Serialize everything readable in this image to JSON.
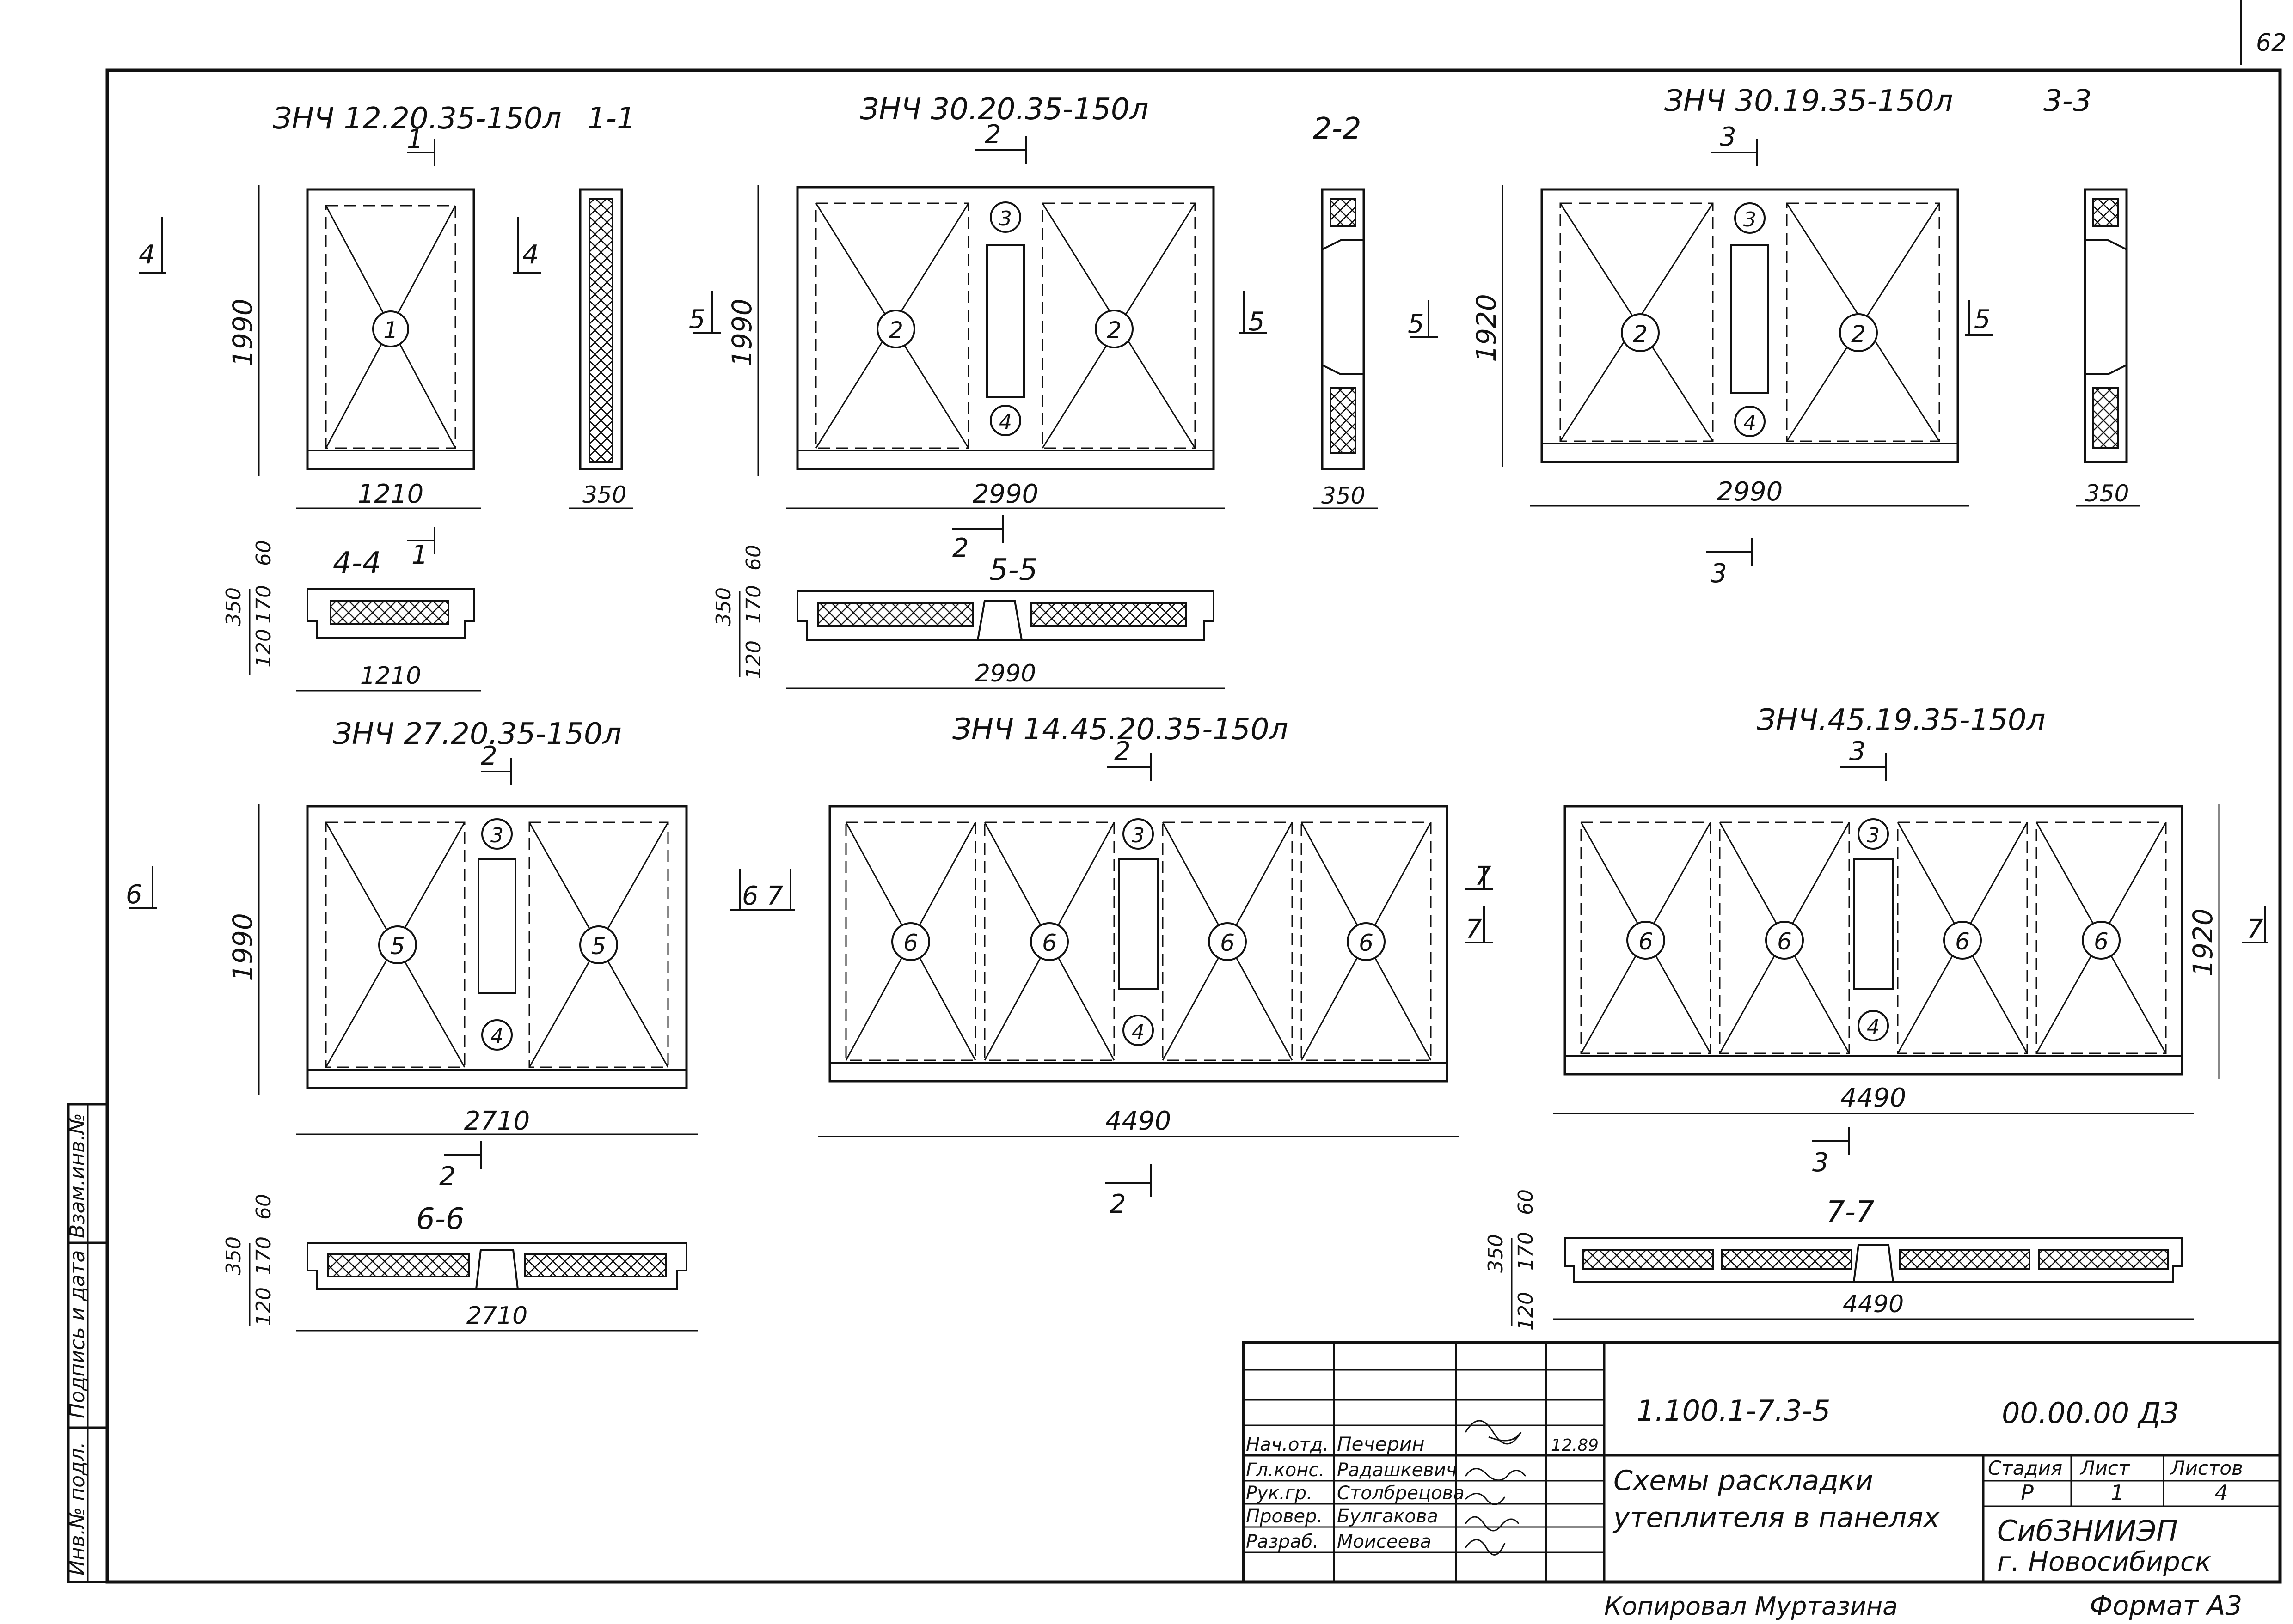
{
  "sheet": {
    "page_number": "62",
    "format": "Формат А3",
    "copied_by": "Копировал Муртазина"
  },
  "side_stamp": {
    "inv_no": "Инв.№ подл.",
    "signature_date": "Подпись и дата",
    "replace_inv": "Взам.инв.№"
  },
  "panels": [
    {
      "title": "ЗНЧ 12.20.35-150л",
      "width": "1210",
      "height": "1990",
      "marker": "1"
    },
    {
      "title": "ЗНЧ 30.20.35-150л",
      "width": "2990",
      "height": "1990",
      "marker": "2"
    },
    {
      "title": "ЗНЧ 30.19.35-150л",
      "width": "2990",
      "height": "1920",
      "marker": "3"
    },
    {
      "title": "ЗНЧ 27.20.35-150л",
      "width": "2710",
      "height": "1990",
      "marker": "2"
    },
    {
      "title": "ЗНЧ 14.45.20.35-150л",
      "width": "4490",
      "marker": "2"
    },
    {
      "title": "ЗНЧ.45.19.35-150л",
      "width": "4490",
      "height": "1920",
      "marker": "3"
    }
  ],
  "sections": {
    "s11": "1-1",
    "s22": "2-2",
    "s33": "3-3",
    "s44": "4-4",
    "s55": "5-5",
    "s66": "6-6",
    "s77": "7-7"
  },
  "side_views": {
    "thickness": "350"
  },
  "section_dims": {
    "total": "350",
    "top": "60",
    "mid": "170",
    "bottom": "120",
    "w44": "1210",
    "w55": "2990",
    "w66": "2710",
    "w77": "4490"
  },
  "section_arrows": {
    "a1": "1",
    "a2": "2",
    "a3": "3",
    "a4": "4",
    "a5": "5",
    "a6": "6",
    "a7": "7",
    "a67": "6 7"
  },
  "callouts": {
    "c1": "1",
    "c2": "2",
    "c3": "3",
    "c4": "4",
    "c5": "5",
    "c6": "6"
  },
  "title_block": {
    "code": "1.100.1-7.3-5",
    "doc": "00.00.00 Д3",
    "description_line1": "Схемы раскладки",
    "description_line2": "утеплителя в панелях",
    "stage_label": "Стадия",
    "sheet_label": "Лист",
    "sheets_label": "Листов",
    "stage": "Р",
    "sheet": "1",
    "sheets": "4",
    "org1": "СибЗНИИЭП",
    "org2": "г. Новосибирск",
    "date": "12.89",
    "roles": [
      "Нач.отд.",
      "Гл.конс.",
      "Рук.гр.",
      "Провер.",
      "Разраб."
    ],
    "names": [
      "Печерин",
      "Радашкевич",
      "Столбрецова",
      "Булгакова",
      "Моисеева"
    ]
  }
}
